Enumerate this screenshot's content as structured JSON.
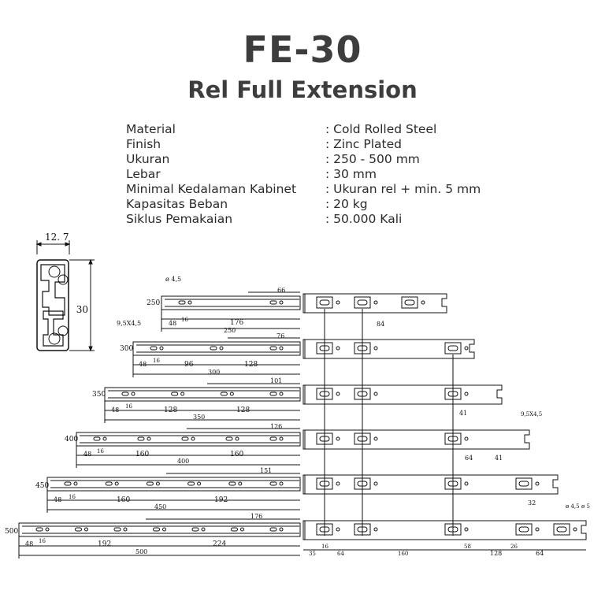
{
  "header": {
    "title": "FE-30",
    "subtitle": "Rel Full Extension"
  },
  "specs": [
    {
      "label": "Material",
      "value": ": Cold Rolled Steel"
    },
    {
      "label": "Finish",
      "value": ": Zinc Plated"
    },
    {
      "label": "Ukuran",
      "value": ": 250 - 500 mm"
    },
    {
      "label": "Lebar",
      "value": ": 30 mm"
    },
    {
      "label": "Minimal Kedalaman Kabinet",
      "value": ": Ukuran rel + min. 5 mm"
    },
    {
      "label": "Kapasitas Beban",
      "value": ": 20 kg"
    },
    {
      "label": "Siklus Pemakaian",
      "value": ": 50.000 Kali"
    }
  ],
  "profile": {
    "width_label": "12. 7",
    "height_label": "30"
  },
  "rails": [
    {
      "size": "250",
      "hole": "ø 4,5",
      "d1": "48",
      "d2": "16",
      "seg": [
        "176"
      ],
      "top": "66",
      "total": "250"
    },
    {
      "size": "300",
      "hole": "9,5X4,5",
      "d1": "48",
      "d2": "16",
      "seg": [
        "96",
        "128"
      ],
      "top": "76",
      "total": "300"
    },
    {
      "size": "350",
      "hole": "",
      "d1": "48",
      "d2": "16",
      "seg": [
        "128",
        "128"
      ],
      "top": "101",
      "total": "350"
    },
    {
      "size": "400",
      "hole": "",
      "d1": "48",
      "d2": "16",
      "seg": [
        "160",
        "160"
      ],
      "top": "126",
      "total": "400"
    },
    {
      "size": "450",
      "hole": "",
      "d1": "48",
      "d2": "16",
      "seg": [
        "160",
        "192"
      ],
      "top": "151",
      "total": "450"
    },
    {
      "size": "500",
      "hole": "",
      "d1": "48",
      "d2": "16",
      "seg": [
        "192",
        "224"
      ],
      "top": "176",
      "total": "500"
    }
  ],
  "right_dims": {
    "d84": "84",
    "d41": "41",
    "hole_right": "9,5X4,5",
    "d64": "64",
    "d41b": "41",
    "d32": "32",
    "phi45": "ø 4,5",
    "phi5": "ø 5",
    "b35": "35",
    "b16": "16",
    "b64": "64",
    "b160": "160",
    "b58": "58",
    "b128": "128",
    "b26": "26",
    "b64b": "64"
  }
}
